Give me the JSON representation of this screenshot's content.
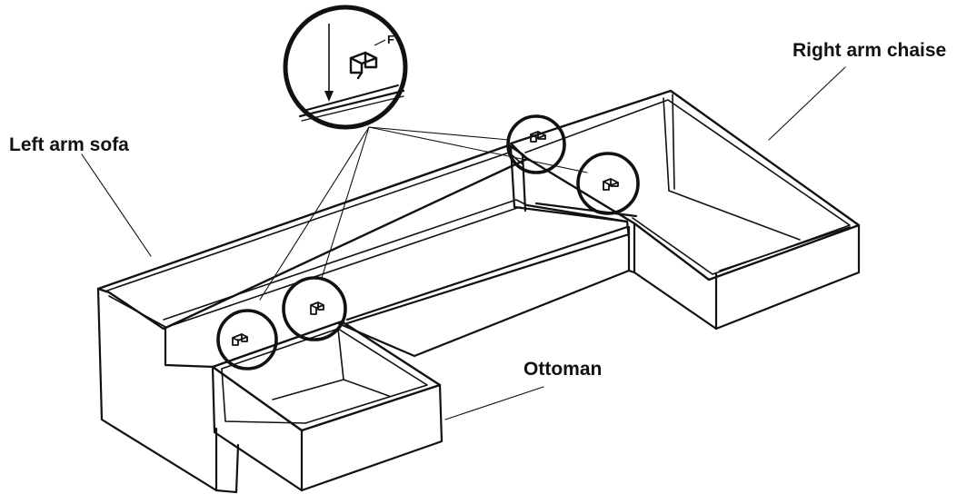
{
  "labels": {
    "left_arm_sofa": "Left arm sofa",
    "right_arm_chaise": "Right arm chaise",
    "ottoman": "Ottoman",
    "detail_part": "F"
  },
  "colors": {
    "line": "#111111",
    "background": "#ffffff"
  },
  "icons": {
    "detail_magnifier": "magnifier-circle",
    "connector_clip": "bracket-clip-icon",
    "direction_arrow": "down-arrow-icon"
  }
}
